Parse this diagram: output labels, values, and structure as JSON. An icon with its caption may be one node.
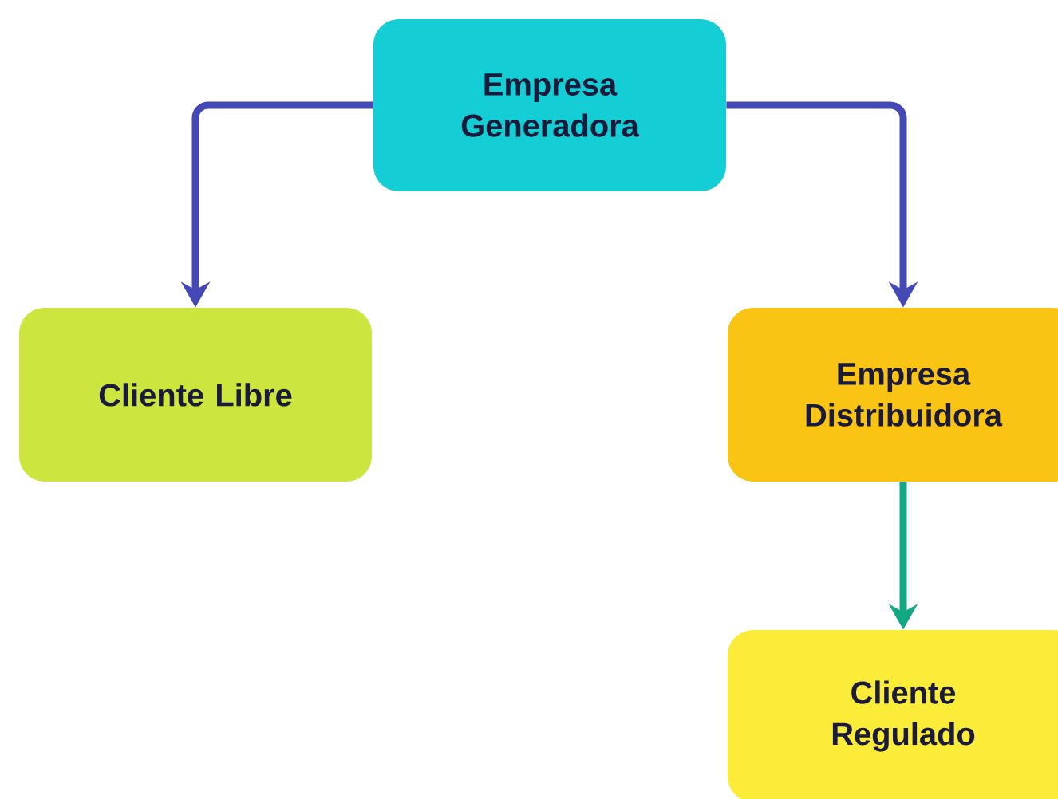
{
  "diagram": {
    "nodes": [
      {
        "text": [
          "Empresa Generadora"
        ]
      },
      {
        "text": [
          "Cliente Libre"
        ]
      },
      {
        "text": [
          "Empresa Distribuidora"
        ]
      },
      {
        "text": [
          "Cliente Regulado"
        ]
      }
    ],
    "edges": [
      {
        "from": 0,
        "to": 1,
        "arrow": "to"
      },
      {
        "from": 0,
        "to": 2,
        "arrow": "to"
      },
      {
        "from": 2,
        "to": 3,
        "arrow": "to",
        "color": "#13a884"
      }
    ]
  }
}
